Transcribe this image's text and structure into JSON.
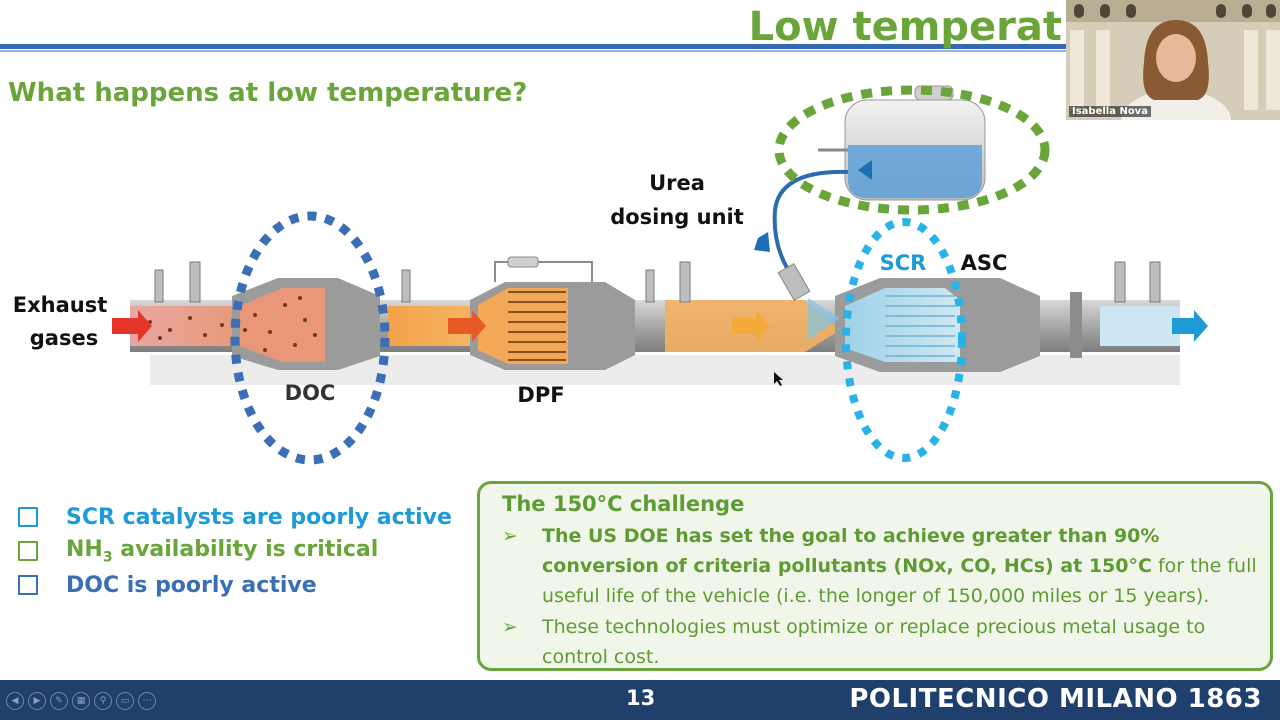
{
  "slide": {
    "title": "Low temperat",
    "subtitle": "What happens at low temperature?"
  },
  "diagram": {
    "exhaust_label_line1": "Exhaust",
    "exhaust_label_line2": "gases",
    "doc_label": "DOC",
    "dpf_label": "DPF",
    "urea_label_line1": "Urea",
    "urea_label_line2": "dosing unit",
    "scr_label": "SCR",
    "asc_label": "ASC"
  },
  "bullets": [
    {
      "text": "SCR catalysts are poorly active",
      "color": "#1e9ad6"
    },
    {
      "text_main": "NH",
      "text_sub": "3",
      "text_rest": " availability is critical",
      "color": "#6aa53a"
    },
    {
      "text": "DOC is poorly active",
      "color": "#3a6fb5"
    }
  ],
  "challenge": {
    "title": "The 150°C challenge",
    "item1_bold": "The US DOE has set the goal to achieve greater than 90% conversion of criteria pollutants (NOx, CO, HCs) at 150°C",
    "item1_rest": " for the full useful life of the vehicle (i.e. the longer of 150,000 miles or 15 years).",
    "item2": "These technologies must optimize or replace precious metal usage to control cost.",
    "arrow": "➢"
  },
  "footer": {
    "page_number": "13",
    "brand": "POLITECNICO MILANO 1863"
  },
  "video": {
    "participant_name": "Isabella Nova"
  },
  "colors": {
    "accent_green": "#6aa53a",
    "accent_blue": "#3468b0",
    "footer": "#1f3f6d",
    "scr_blue": "#1e9ad6"
  }
}
